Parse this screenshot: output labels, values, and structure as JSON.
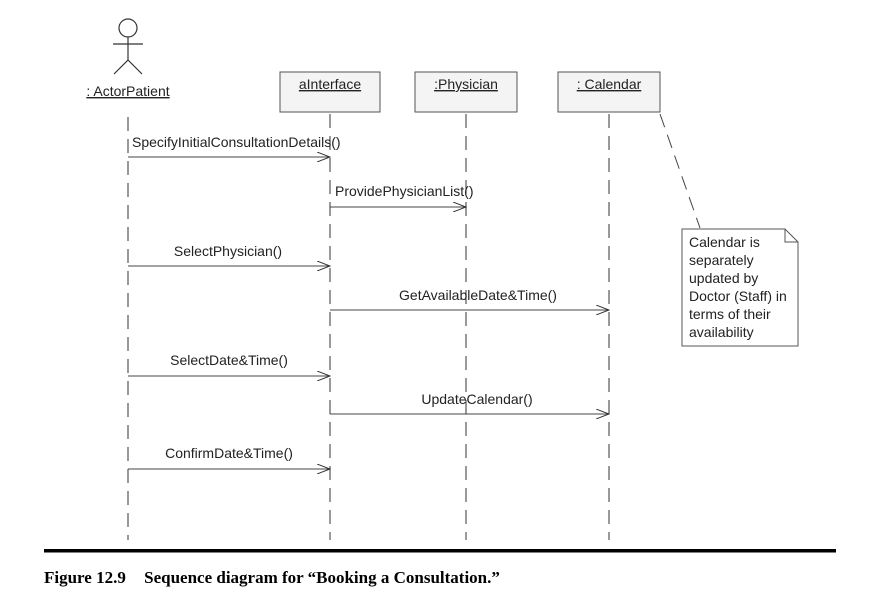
{
  "actor": {
    "label": ": ActorPatient"
  },
  "objects": [
    {
      "id": "interface",
      "label": "aInterface"
    },
    {
      "id": "physician",
      "label": ":Physician"
    },
    {
      "id": "calendar",
      "label": ": Calendar"
    }
  ],
  "messages": [
    {
      "label": "SpecifyInitialConsultationDetails()",
      "from": "actor",
      "to": "interface"
    },
    {
      "label": "ProvidePhysicianList()",
      "from": "interface",
      "to": "physician"
    },
    {
      "label": "SelectPhysician()",
      "from": "actor",
      "to": "interface"
    },
    {
      "label": "GetAvailableDate&Time()",
      "from": "interface",
      "to": "calendar"
    },
    {
      "label": "SelectDate&Time()",
      "from": "actor",
      "to": "interface"
    },
    {
      "label": "UpdateCalendar()",
      "from": "interface",
      "to": "calendar"
    },
    {
      "label": "ConfirmDate&Time()",
      "from": "actor",
      "to": "interface"
    }
  ],
  "note": {
    "lines": [
      "Calendar is",
      "separately",
      "updated by",
      "Doctor (Staff) in",
      "terms of their",
      "availability"
    ]
  },
  "caption": {
    "figure": "Figure 12.9",
    "text": "Sequence diagram for “Booking a Consultation.”"
  }
}
